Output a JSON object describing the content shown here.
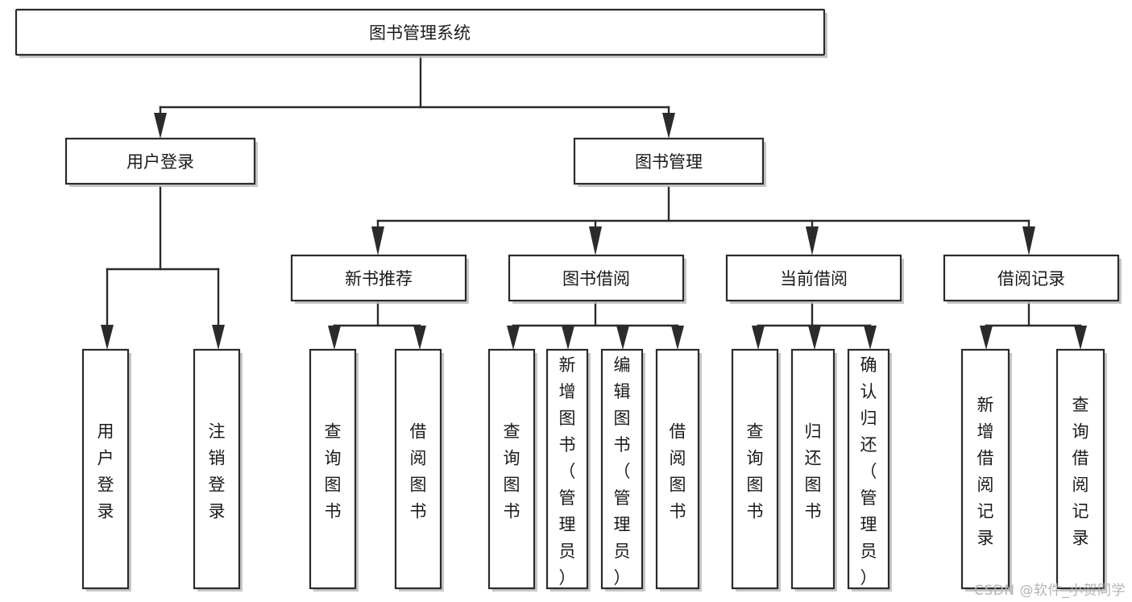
{
  "title": "图书管理系统",
  "watermark": "CSDN @软件_小贺同学",
  "colors": {
    "background": "#ffffff",
    "stroke": "#2b2b2b",
    "text": "#1a1a1a",
    "shadow": "#bdbdbd",
    "watermark": "#b4b4b4"
  },
  "chart_data": {
    "type": "diagram",
    "subtype": "tree-hierarchy",
    "title": "图书管理系统",
    "orientation": "top-down",
    "levels": 4,
    "nodes": [
      {
        "id": "root",
        "label": "图书管理系统",
        "level": 0,
        "orientation": "horizontal",
        "parent": null
      },
      {
        "id": "login",
        "label": "用户登录",
        "level": 1,
        "orientation": "horizontal",
        "parent": "root"
      },
      {
        "id": "bookmgmt",
        "label": "图书管理",
        "level": 1,
        "orientation": "horizontal",
        "parent": "root"
      },
      {
        "id": "login-user",
        "label": "用户登录",
        "level": 2,
        "orientation": "vertical",
        "parent": "login"
      },
      {
        "id": "login-logout",
        "label": "注销登录",
        "level": 2,
        "orientation": "vertical",
        "parent": "login"
      },
      {
        "id": "newbook",
        "label": "新书推荐",
        "level": 2,
        "orientation": "horizontal",
        "parent": "bookmgmt"
      },
      {
        "id": "borrow",
        "label": "图书借阅",
        "level": 2,
        "orientation": "horizontal",
        "parent": "bookmgmt"
      },
      {
        "id": "current",
        "label": "当前借阅",
        "level": 2,
        "orientation": "horizontal",
        "parent": "bookmgmt"
      },
      {
        "id": "records",
        "label": "借阅记录",
        "level": 2,
        "orientation": "horizontal",
        "parent": "bookmgmt"
      },
      {
        "id": "newbook-query",
        "label": "查询图书",
        "level": 3,
        "orientation": "vertical",
        "parent": "newbook"
      },
      {
        "id": "newbook-borrow",
        "label": "借阅图书",
        "level": 3,
        "orientation": "vertical",
        "parent": "newbook"
      },
      {
        "id": "borrow-query",
        "label": "查询图书",
        "level": 3,
        "orientation": "vertical",
        "parent": "borrow"
      },
      {
        "id": "borrow-add",
        "label": "新增图书（管理员）",
        "level": 3,
        "orientation": "vertical",
        "parent": "borrow"
      },
      {
        "id": "borrow-edit",
        "label": "编辑图书（管理员）",
        "level": 3,
        "orientation": "vertical",
        "parent": "borrow"
      },
      {
        "id": "borrow-lend",
        "label": "借阅图书",
        "level": 3,
        "orientation": "vertical",
        "parent": "borrow"
      },
      {
        "id": "current-query",
        "label": "查询图书",
        "level": 3,
        "orientation": "vertical",
        "parent": "current"
      },
      {
        "id": "current-return",
        "label": "归还图书",
        "level": 3,
        "orientation": "vertical",
        "parent": "current"
      },
      {
        "id": "current-confirm",
        "label": "确认归还（管理员）",
        "level": 3,
        "orientation": "vertical",
        "parent": "current"
      },
      {
        "id": "records-add",
        "label": "新增借阅记录",
        "level": 3,
        "orientation": "vertical",
        "parent": "records"
      },
      {
        "id": "records-query",
        "label": "查询借阅记录",
        "level": 3,
        "orientation": "vertical",
        "parent": "records"
      }
    ],
    "edges": [
      {
        "from": "root",
        "to": "login"
      },
      {
        "from": "root",
        "to": "bookmgmt"
      },
      {
        "from": "login",
        "to": "login-user"
      },
      {
        "from": "login",
        "to": "login-logout"
      },
      {
        "from": "bookmgmt",
        "to": "newbook"
      },
      {
        "from": "bookmgmt",
        "to": "borrow"
      },
      {
        "from": "bookmgmt",
        "to": "current"
      },
      {
        "from": "bookmgmt",
        "to": "records"
      },
      {
        "from": "newbook",
        "to": "newbook-query"
      },
      {
        "from": "newbook",
        "to": "newbook-borrow"
      },
      {
        "from": "borrow",
        "to": "borrow-query"
      },
      {
        "from": "borrow",
        "to": "borrow-add"
      },
      {
        "from": "borrow",
        "to": "borrow-edit"
      },
      {
        "from": "borrow",
        "to": "borrow-lend"
      },
      {
        "from": "current",
        "to": "current-query"
      },
      {
        "from": "current",
        "to": "current-return"
      },
      {
        "from": "current",
        "to": "current-confirm"
      },
      {
        "from": "records",
        "to": "records-add"
      },
      {
        "from": "records",
        "to": "records-query"
      }
    ]
  },
  "nodes": {
    "root": {
      "label": "图书管理系统"
    },
    "login": {
      "label": "用户登录"
    },
    "bookmgmt": {
      "label": "图书管理"
    },
    "login_user": {
      "label": "用户登录",
      "chars": [
        "用",
        "户",
        "登",
        "录"
      ]
    },
    "login_logout": {
      "label": "注销登录",
      "chars": [
        "注",
        "销",
        "登",
        "录"
      ]
    },
    "newbook": {
      "label": "新书推荐"
    },
    "borrow": {
      "label": "图书借阅"
    },
    "current": {
      "label": "当前借阅"
    },
    "records": {
      "label": "借阅记录"
    },
    "newbook_query": {
      "label": "查询图书",
      "chars": [
        "查",
        "询",
        "图",
        "书"
      ]
    },
    "newbook_borrow": {
      "label": "借阅图书",
      "chars": [
        "借",
        "阅",
        "图",
        "书"
      ]
    },
    "borrow_query": {
      "label": "查询图书",
      "chars": [
        "查",
        "询",
        "图",
        "书"
      ]
    },
    "borrow_add": {
      "label": "新增图书（管理员）",
      "chars": [
        "新",
        "增",
        "图",
        "书",
        "（",
        "管",
        "理",
        "员",
        "）"
      ]
    },
    "borrow_edit": {
      "label": "编辑图书（管理员）",
      "chars": [
        "编",
        "辑",
        "图",
        "书",
        "（",
        "管",
        "理",
        "员",
        "）"
      ]
    },
    "borrow_lend": {
      "label": "借阅图书",
      "chars": [
        "借",
        "阅",
        "图",
        "书"
      ]
    },
    "current_query": {
      "label": "查询图书",
      "chars": [
        "查",
        "询",
        "图",
        "书"
      ]
    },
    "current_return": {
      "label": "归还图书",
      "chars": [
        "归",
        "还",
        "图",
        "书"
      ]
    },
    "current_confirm": {
      "label": "确认归还（管理员）",
      "chars": [
        "确",
        "认",
        "归",
        "还",
        "（",
        "管",
        "理",
        "员",
        "）"
      ]
    },
    "records_add": {
      "label": "新增借阅记录",
      "chars": [
        "新",
        "增",
        "借",
        "阅",
        "记",
        "录"
      ]
    },
    "records_query": {
      "label": "查询借阅记录",
      "chars": [
        "查",
        "询",
        "借",
        "阅",
        "记",
        "录"
      ]
    }
  }
}
